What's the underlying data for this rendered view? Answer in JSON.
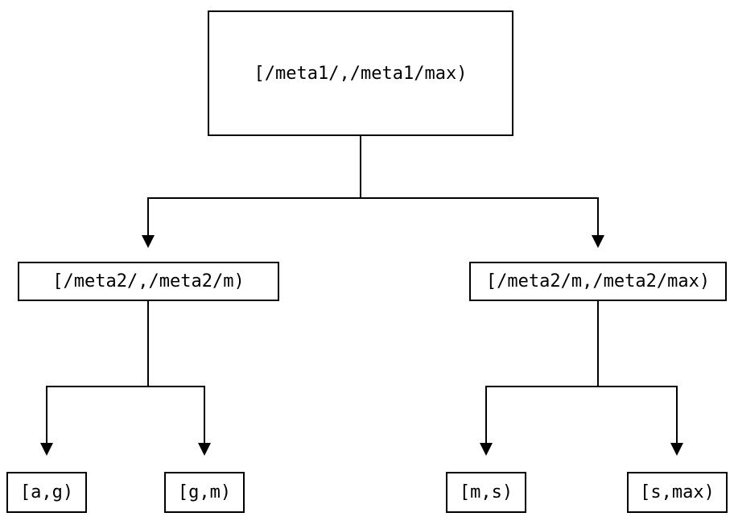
{
  "diagram": {
    "type": "tree",
    "background": "#ffffff",
    "line_color": "#000000",
    "text_color": "#000000",
    "nodes": {
      "root": {
        "label": "[/meta1/,/meta1/max)",
        "level": 0
      },
      "meta2_low": {
        "label": "[/meta2/,/meta2/m)",
        "level": 1
      },
      "meta2_high": {
        "label": "[/meta2/m,/meta2/max)",
        "level": 1
      },
      "leaf_a_g": {
        "label": "[a,g)",
        "level": 2
      },
      "leaf_g_m": {
        "label": "[g,m)",
        "level": 2
      },
      "leaf_m_s": {
        "label": "[m,s)",
        "level": 2
      },
      "leaf_s_max": {
        "label": "[s,max)",
        "level": 2
      }
    },
    "edges": [
      {
        "from": "root",
        "to": "meta2_low"
      },
      {
        "from": "root",
        "to": "meta2_high"
      },
      {
        "from": "meta2_low",
        "to": "leaf_a_g"
      },
      {
        "from": "meta2_low",
        "to": "leaf_g_m"
      },
      {
        "from": "meta2_high",
        "to": "leaf_m_s"
      },
      {
        "from": "meta2_high",
        "to": "leaf_s_max"
      }
    ]
  }
}
